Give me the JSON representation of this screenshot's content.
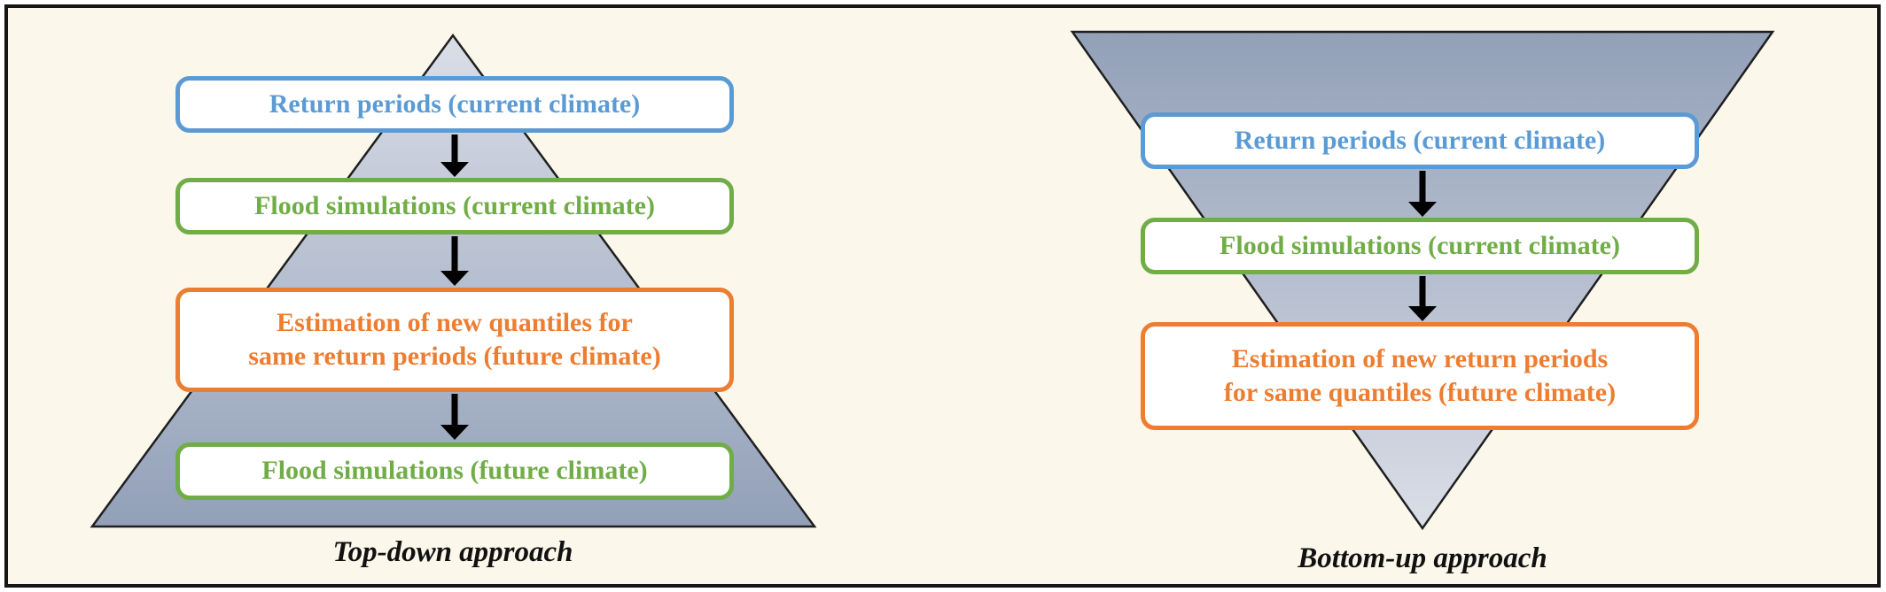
{
  "palette": {
    "background": "#FBF7EB",
    "frame": "#151515",
    "blue": "#5B9BD5",
    "green": "#70AD47",
    "orange": "#ED7D31",
    "pyramid_light": "#DADEE7",
    "pyramid_dark": "#92A0B8",
    "arrow": "#000000"
  },
  "left_panel": {
    "caption": "Top-down approach",
    "boxes": [
      {
        "label": "Return periods (current climate)",
        "color": "#5B9BD5"
      },
      {
        "label": "Flood simulations (current climate)",
        "color": "#70AD47"
      },
      {
        "label": "Estimation of new quantiles for\nsame return periods (future climate)",
        "color": "#ED7D31"
      },
      {
        "label": "Flood simulations (future climate)",
        "color": "#70AD47"
      }
    ]
  },
  "right_panel": {
    "caption": "Bottom-up approach",
    "boxes": [
      {
        "label": "Return periods (current climate)",
        "color": "#5B9BD5"
      },
      {
        "label": "Flood simulations (current climate)",
        "color": "#70AD47"
      },
      {
        "label": "Estimation of new return periods\nfor same quantiles (future climate)",
        "color": "#ED7D31"
      }
    ]
  }
}
